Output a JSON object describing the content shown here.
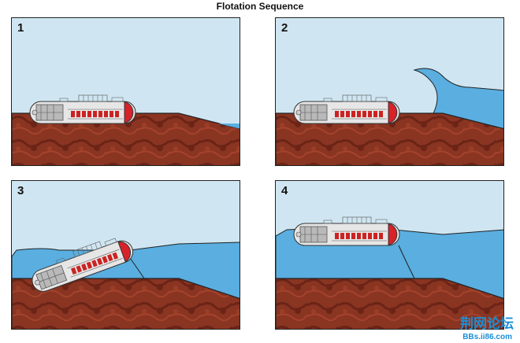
{
  "title": "Flotation Sequence",
  "panels": [
    {
      "number": "1"
    },
    {
      "number": "2"
    },
    {
      "number": "3"
    },
    {
      "number": "4"
    }
  ],
  "colors": {
    "sky": "#cfe6f2",
    "water": "#5aaee0",
    "ground": "#8a3422",
    "ground_dark": "#5e1f12",
    "hull": "#e6e6e6",
    "seats": "#cc2222"
  },
  "watermark": {
    "logo": "荆网论坛",
    "url": "BBs.ii86.com"
  }
}
